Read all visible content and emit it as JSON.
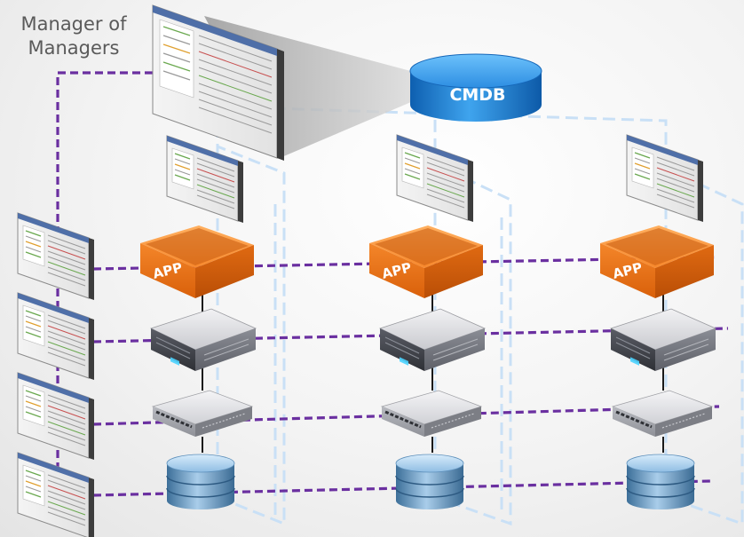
{
  "title": {
    "line1": "Manager of",
    "line2": "Managers"
  },
  "cmdb": {
    "label": "CMDB"
  },
  "app_label": "APP",
  "columns": [
    "column-1",
    "column-2",
    "column-3"
  ],
  "layers": [
    "app",
    "server",
    "network-switch",
    "database"
  ],
  "colors": {
    "link_purple": "#6a2fa0",
    "domain_blue": "#c7dff5",
    "cmdb_blue": "#1d7fd6",
    "app_orange": "#ef7a1a"
  }
}
